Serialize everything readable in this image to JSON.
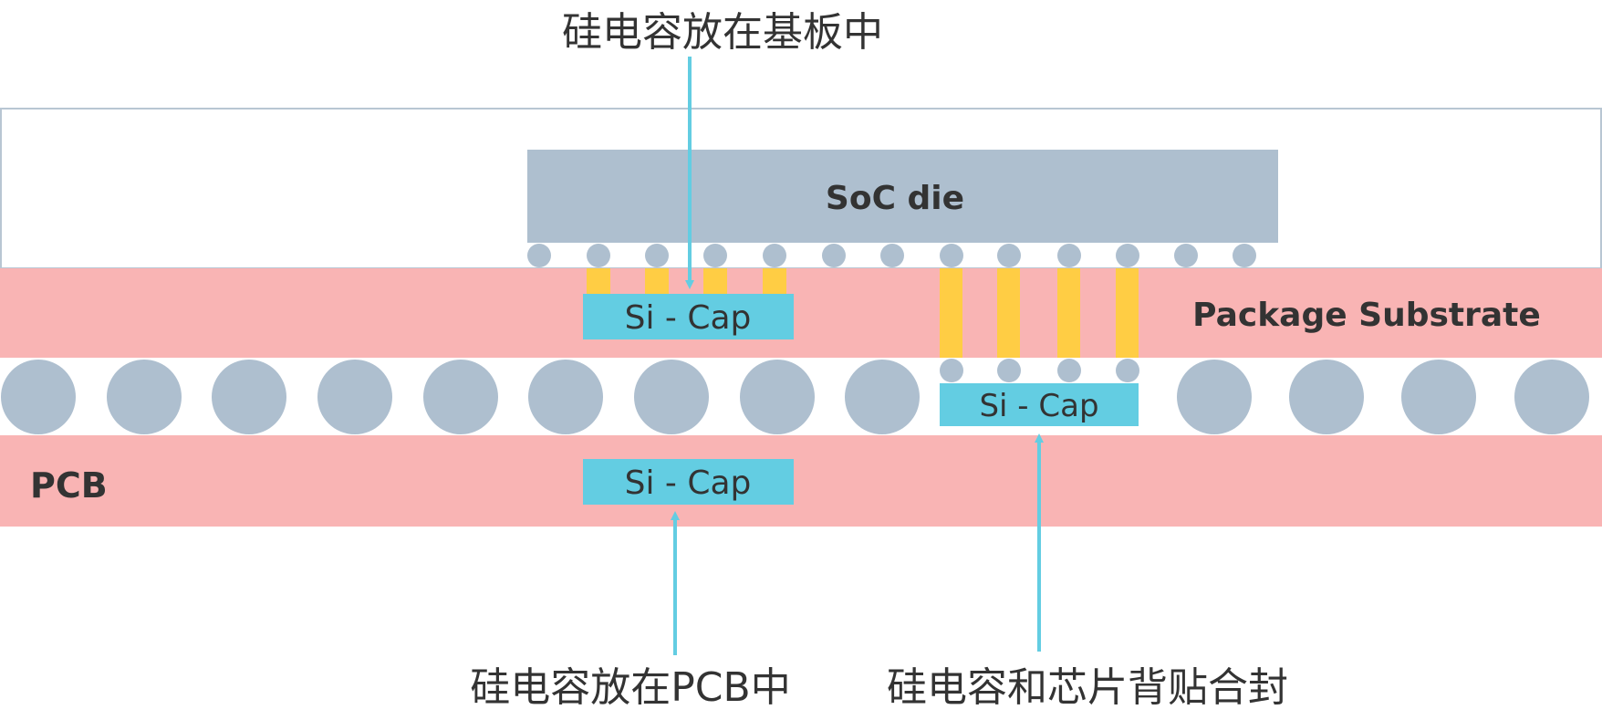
{
  "labels": {
    "soc_die": "SoC die",
    "package_substrate": "Package Substrate",
    "pcb": "PCB",
    "si_cap_substrate": "Si - Cap",
    "si_cap_backside": "Si - Cap",
    "si_cap_pcb": "Si - Cap"
  },
  "annotations": {
    "cap_in_substrate": "硅电容放在基板中",
    "cap_in_pcb": "硅电容放在PCB中",
    "cap_backside": "硅电容和芯片背贴合封"
  },
  "colors": {
    "substrate": "#f9b4b4",
    "die": "#aebfcf",
    "ball": "#aebfcf",
    "via": "#ffcd44",
    "si_cap": "#63cde2",
    "arrow": "#63cde2",
    "package_outline": "#b8c6d3",
    "text": "#333333",
    "background": "#ffffff"
  }
}
